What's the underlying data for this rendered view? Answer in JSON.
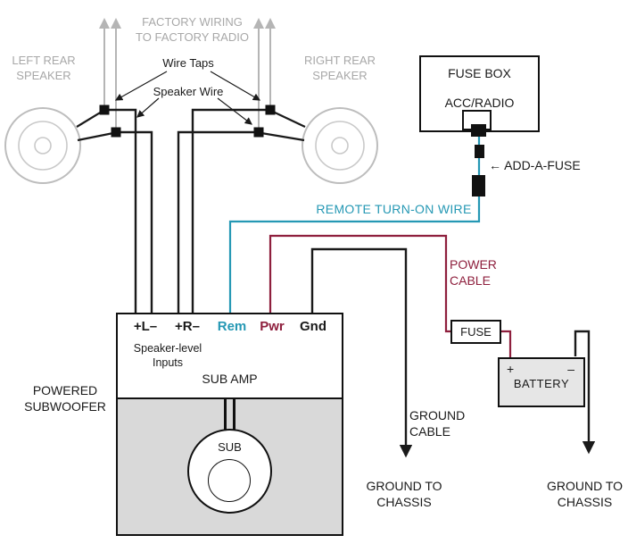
{
  "colors": {
    "remote_wire": "#2598b4",
    "power_wire": "#8e1f3d",
    "ground_wire": "#1a1a1a",
    "factory_wire": "#b5b5b5",
    "muted_text": "#a8a8a8"
  },
  "top": {
    "factory_wiring_line1": "FACTORY WIRING",
    "factory_wiring_line2": "TO FACTORY RADIO",
    "left_speaker_line1": "LEFT REAR",
    "left_speaker_line2": "SPEAKER",
    "right_speaker_line1": "RIGHT REAR",
    "right_speaker_line2": "SPEAKER",
    "wire_taps": "Wire Taps",
    "speaker_wire": "Speaker Wire"
  },
  "fuse_box": {
    "title": "FUSE BOX",
    "slot": "ACC/RADIO"
  },
  "add_a_fuse": "← ADD-A-FUSE",
  "remote_turn_on_wire": "REMOTE TURN-ON WIRE",
  "power_cable_line1": "POWER",
  "power_cable_line2": "CABLE",
  "fuse": "FUSE",
  "battery": {
    "label": "BATTERY",
    "plus": "+",
    "minus": "–"
  },
  "ground_cable_line1": "GROUND",
  "ground_cable_line2": "CABLE",
  "ground_amp_line1": "GROUND TO",
  "ground_amp_line2": "CHASSIS",
  "ground_battery_line1": "GROUND TO",
  "ground_battery_line2": "CHASSIS",
  "amp": {
    "terminals": [
      {
        "label": "+L–"
      },
      {
        "label": "+R–"
      },
      {
        "label": "Rem"
      },
      {
        "label": "Pwr"
      },
      {
        "label": "Gnd"
      }
    ],
    "inputs_line1": "Speaker-level",
    "inputs_line2": "Inputs",
    "title": "SUB AMP",
    "sub": "SUB",
    "caption_line1": "POWERED",
    "caption_line2": "SUBWOOFER"
  }
}
